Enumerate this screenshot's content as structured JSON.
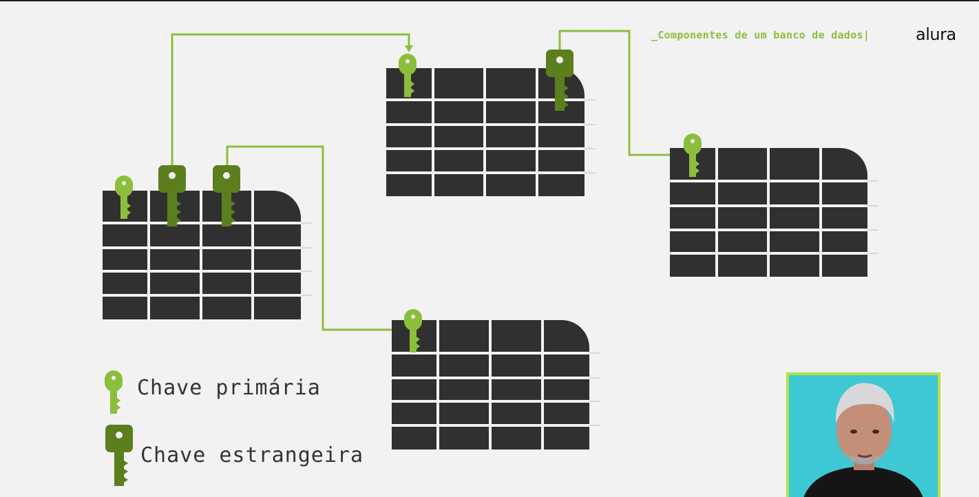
{
  "header": {
    "title": "_Componentes de um banco de dados|",
    "logo": "alura"
  },
  "legend": [
    {
      "label": "Chave primária",
      "icon": "primary-key-icon",
      "color": "#8cbe3c"
    },
    {
      "label": "Chave estrangeira",
      "icon": "foreign-key-icon",
      "color": "#5a7f1c"
    }
  ],
  "colors": {
    "background": "#f2f2f2",
    "table": "#313031",
    "connector": "#8cbe3c",
    "primary_key": "#8cbe3c",
    "foreign_key": "#5a7f1c",
    "webcam_border": "#b4e04a"
  },
  "diagram": {
    "tables": [
      {
        "id": "table-left",
        "columns": 4,
        "rows": 5
      },
      {
        "id": "table-top",
        "columns": 4,
        "rows": 5
      },
      {
        "id": "table-right",
        "columns": 4,
        "rows": 5
      },
      {
        "id": "table-bottom",
        "columns": 4,
        "rows": 5
      }
    ],
    "relationships": [
      {
        "from": "table-left",
        "to": "table-top"
      },
      {
        "from": "table-left",
        "to": "table-bottom"
      },
      {
        "from": "table-top",
        "to": "table-right"
      }
    ]
  },
  "webcam": {
    "content": "presenter-video"
  }
}
